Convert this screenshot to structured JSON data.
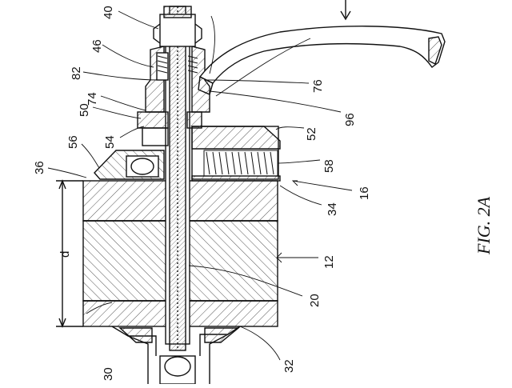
{
  "figure": {
    "caption": "FIG. 2A",
    "dimension_label": "d",
    "labels": [
      {
        "id": "40",
        "text": "40"
      },
      {
        "id": "46",
        "text": "46"
      },
      {
        "id": "82",
        "text": "82"
      },
      {
        "id": "74",
        "text": "74"
      },
      {
        "id": "50",
        "text": "50"
      },
      {
        "id": "54",
        "text": "54"
      },
      {
        "id": "56",
        "text": "56"
      },
      {
        "id": "36",
        "text": "36"
      },
      {
        "id": "30",
        "text": "30"
      },
      {
        "id": "76",
        "text": "76"
      },
      {
        "id": "96",
        "text": "96"
      },
      {
        "id": "52",
        "text": "52"
      },
      {
        "id": "58",
        "text": "58"
      },
      {
        "id": "16",
        "text": "16"
      },
      {
        "id": "34",
        "text": "34"
      },
      {
        "id": "12",
        "text": "12"
      },
      {
        "id": "20",
        "text": "20"
      },
      {
        "id": "32",
        "text": "32"
      }
    ]
  }
}
